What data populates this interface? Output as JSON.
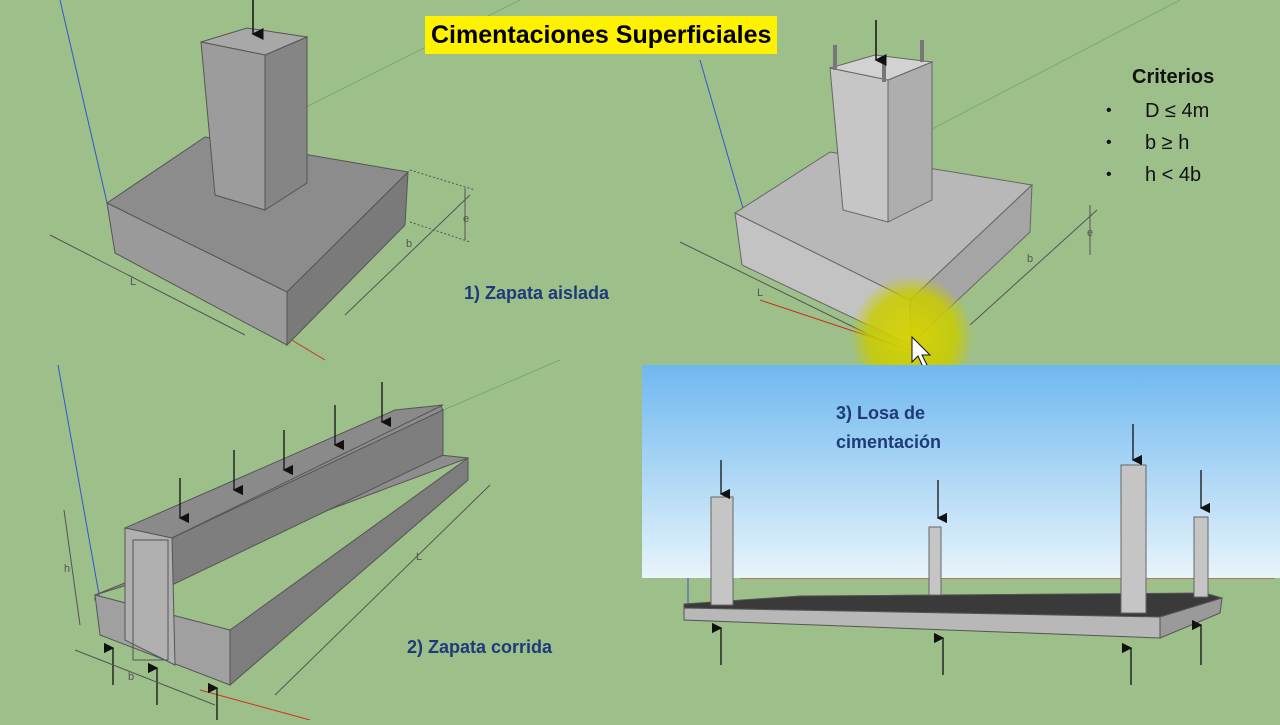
{
  "title": "Cimentaciones Superficiales",
  "labels": {
    "zapata_aislada": "1) Zapata aislada",
    "zapata_corrida": "2) Zapata corrida",
    "losa_line1": "3) Losa de",
    "losa_line2": "cimentación"
  },
  "criteria": {
    "heading": "Criterios",
    "bullet": "•",
    "items": [
      "D ≤ 4m",
      "b  ≥ h",
      "h < 4b"
    ]
  },
  "dimensions": {
    "L": "L",
    "b": "b",
    "e": "e",
    "h": "h"
  },
  "colors": {
    "background": "#9dbf8a",
    "title_bg": "#fff200",
    "label": "#1f3a7a",
    "sky_top": "#6fb8ef",
    "sky_bottom": "#e8f4fb",
    "highlight": "#d4d000"
  },
  "icons": [
    "cursor-arrow-icon"
  ]
}
